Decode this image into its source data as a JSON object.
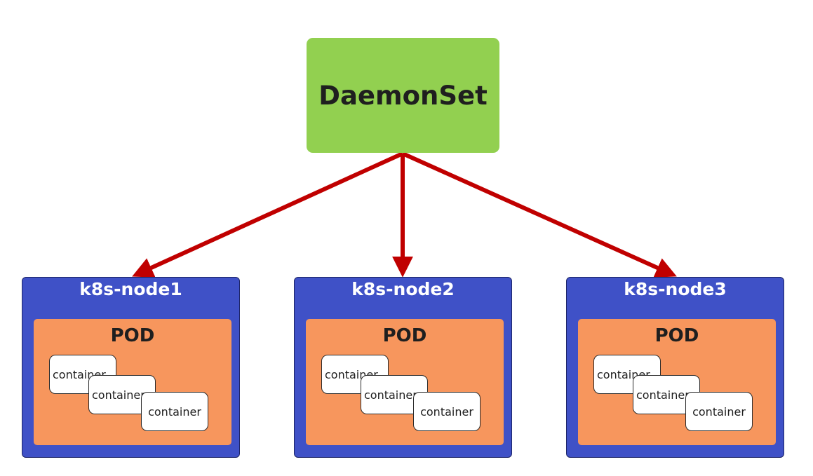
{
  "colors": {
    "daemonset_fill": "#92d050",
    "node_fill": "#3f51c7",
    "pod_fill": "#f7965d",
    "arrow": "#c00000"
  },
  "daemonset": {
    "label": "DaemonSet"
  },
  "nodes": [
    {
      "title": "k8s-node1",
      "pod": {
        "title": "POD",
        "containers": [
          "container",
          "container",
          "container"
        ]
      }
    },
    {
      "title": "k8s-node2",
      "pod": {
        "title": "POD",
        "containers": [
          "container",
          "container",
          "container"
        ]
      }
    },
    {
      "title": "k8s-node3",
      "pod": {
        "title": "POD",
        "containers": [
          "container",
          "container",
          "container"
        ]
      }
    }
  ]
}
